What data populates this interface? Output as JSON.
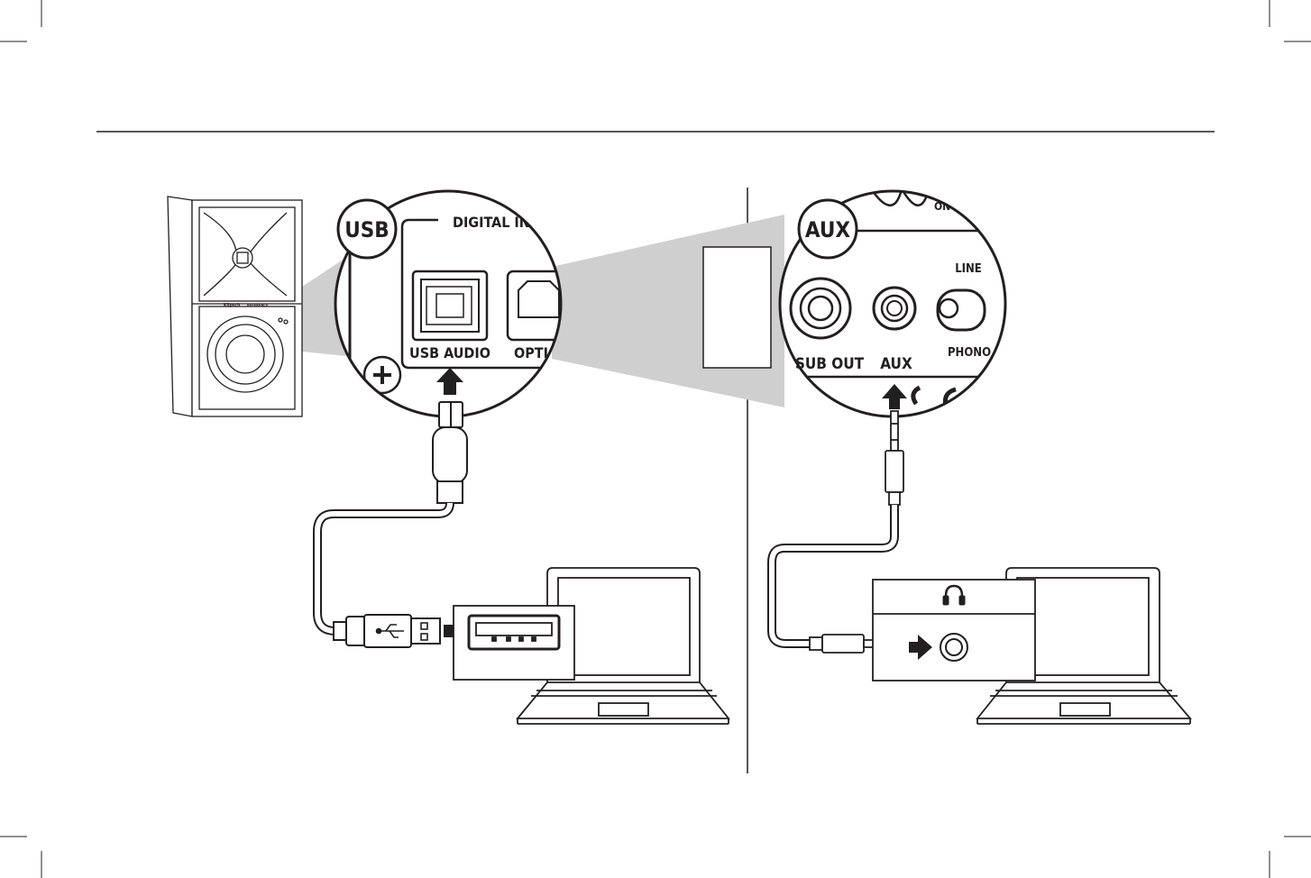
{
  "usb_panel": {
    "badge": "USB",
    "group_label": "DIGITAL IN",
    "port_label": "USB AUDIO",
    "next_port_label": "OPTIC"
  },
  "aux_panel": {
    "badge": "AUX",
    "switch_top_label": "LINE",
    "switch_bottom_label": "PHONO",
    "sub_out_label": "SUB OUT",
    "aux_label": "AUX"
  },
  "speaker": {
    "brand": "Klipsch",
    "series": "REFERENCE"
  },
  "icons": {
    "usb_symbol": "usb-icon",
    "headphones": "headphones-icon",
    "insert_arrow": "arrow-icon"
  },
  "colors": {
    "line": "#231f20",
    "zoom_fill": "#cfcfcf",
    "background": "#ffffff"
  }
}
